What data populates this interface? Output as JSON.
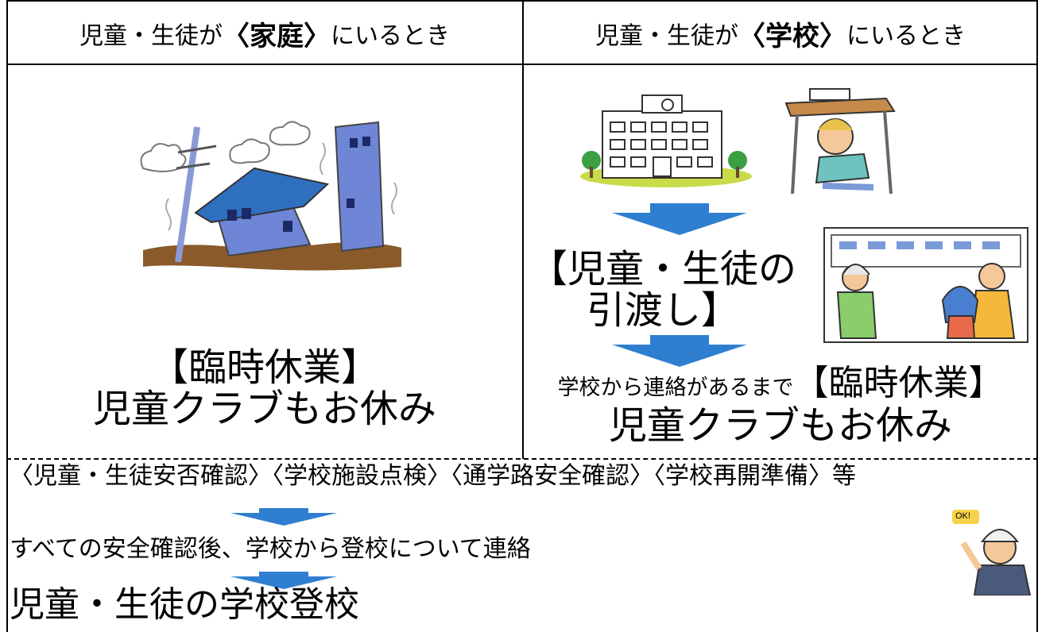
{
  "header": {
    "left_prefix": "児童・生徒が",
    "left_place": "〈家庭〉",
    "left_suffix": "にいるとき",
    "right_prefix": "児童・生徒が",
    "right_place": "〈学校〉",
    "right_suffix": "にいるとき"
  },
  "home": {
    "closure": "【臨時休業】",
    "club": "児童クラブもお休み"
  },
  "school": {
    "handover_line1": "【児童・生徒の",
    "handover_line2": "引渡し】",
    "until_contact": "学校から連絡があるまで",
    "closure": "【臨時休業】",
    "club": "児童クラブもお休み"
  },
  "bottom": {
    "checks": "〈児童・生徒安否確認〉〈学校施設点検〉〈通学路安全確認〉〈学校再開準備〉等",
    "contact": "すべての安全確認後、学校から登校について連絡",
    "final": "児童・生徒の学校登校",
    "ok_sign": "OK!"
  },
  "colors": {
    "arrow_blue": "#2f7fd0",
    "house_roof": "#2f6fc0",
    "ground": "#8a5a2a",
    "tree_green": "#3aa043",
    "bike_building": "#7a9ad8"
  }
}
